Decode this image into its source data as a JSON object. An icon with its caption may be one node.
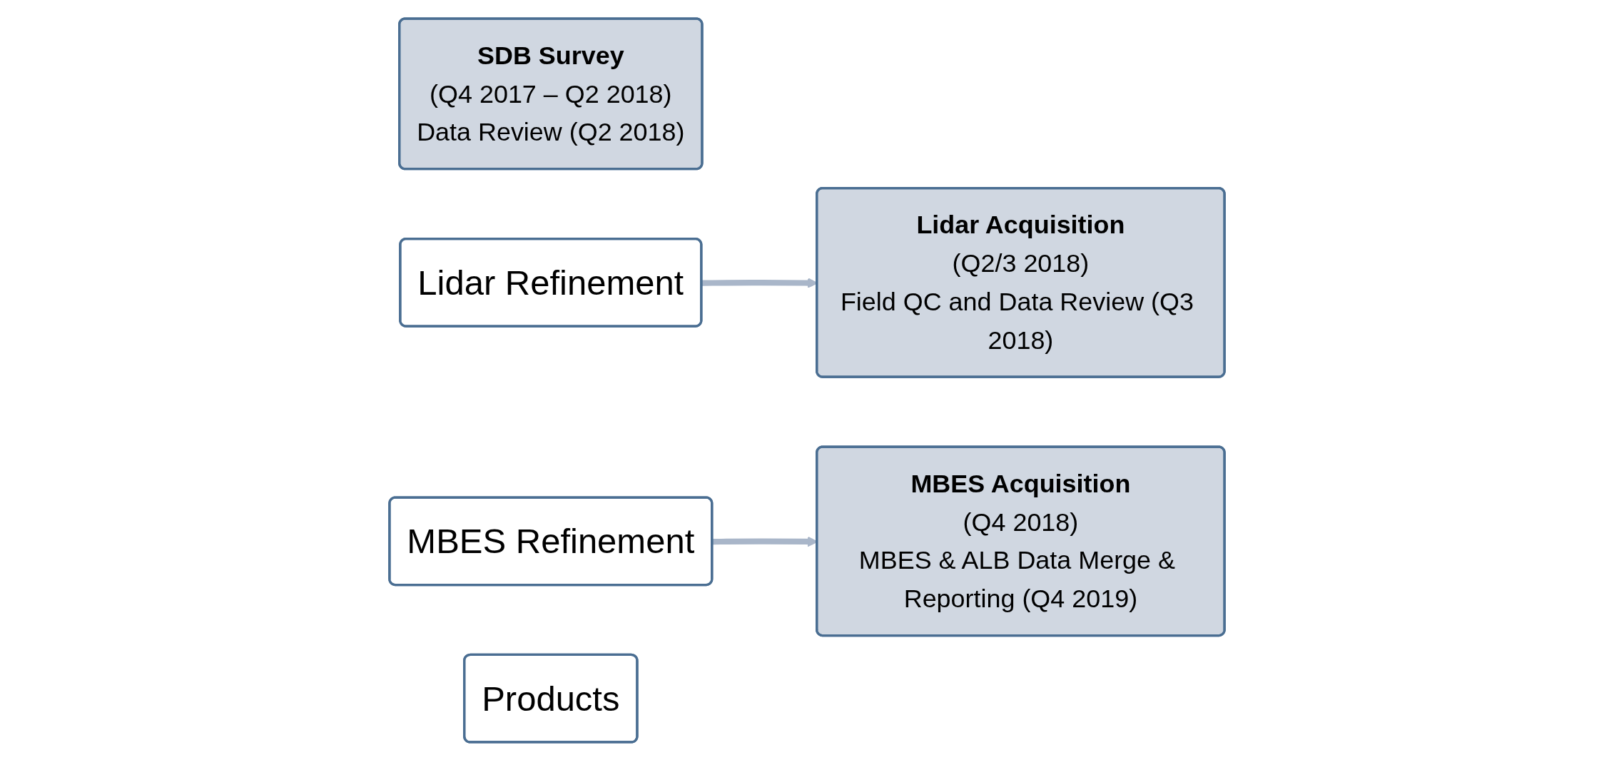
{
  "diagram": {
    "nodes": [
      {
        "text": [
          "SDB Survey",
          "(Q4 2017 – Q2 2018)",
          "Data Review (Q2 2018)"
        ]
      },
      {
        "text": [
          "Lidar Refinement"
        ]
      },
      {
        "text": [
          "Lidar Acquisition",
          "(Q2/3 2018)",
          "Field QC and Data Review (Q3 2018)"
        ]
      },
      {
        "text": [
          "MBES Refinement"
        ]
      },
      {
        "text": [
          "MBES Acquisition",
          "(Q4 2018)",
          "MBES & ALB Data Merge & Reporting (Q4 2019)"
        ]
      },
      {
        "text": [
          "Products"
        ]
      }
    ],
    "edges": [
      {
        "from": 1,
        "to": 2,
        "arrow": "to"
      },
      {
        "from": 3,
        "to": 4,
        "arrow": "to"
      }
    ]
  }
}
